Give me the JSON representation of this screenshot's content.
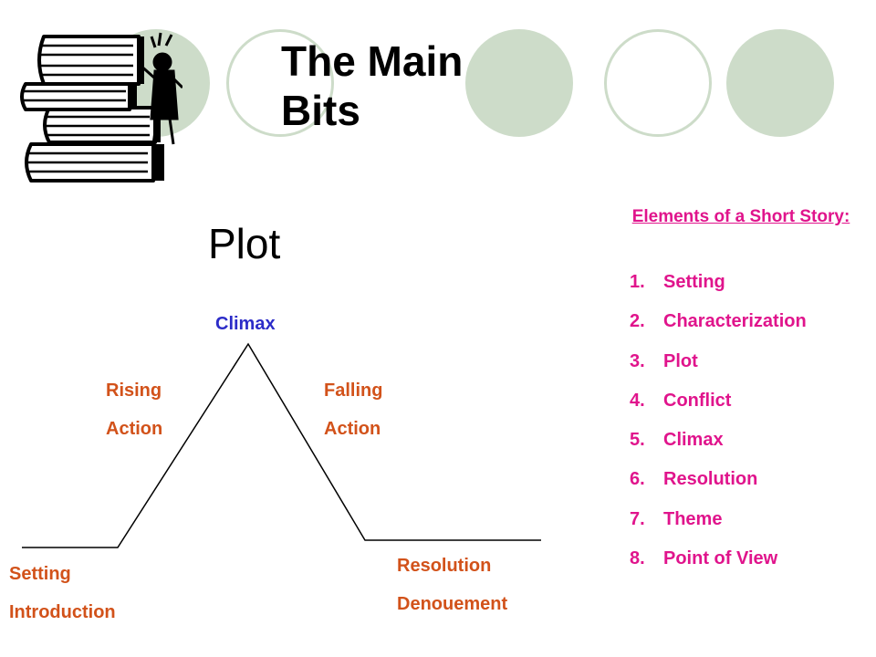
{
  "title": {
    "line1": "The Main",
    "line2": "Bits"
  },
  "plot_heading": "Plot",
  "diagram": {
    "climax": "Climax",
    "rising": {
      "line1": "Rising",
      "line2": "Action"
    },
    "falling": {
      "line1": "Falling",
      "line2": "Action"
    },
    "setting": {
      "line1": "Setting",
      "line2": "Introduction"
    },
    "resolution": {
      "line1": "Resolution",
      "line2": "Denouement"
    }
  },
  "elements": {
    "heading": "Elements of a Short Story:",
    "items": [
      {
        "num": "1.",
        "label": "Setting"
      },
      {
        "num": "2.",
        "label": "Characterization"
      },
      {
        "num": "3.",
        "label": "Plot"
      },
      {
        "num": "4.",
        "label": "Conflict"
      },
      {
        "num": "5.",
        "label": "Climax"
      },
      {
        "num": "6.",
        "label": "Resolution"
      },
      {
        "num": "7.",
        "label": "Theme"
      },
      {
        "num": "8.",
        "label": "Point of View"
      }
    ]
  },
  "colors": {
    "circle_green": "#cddcc9",
    "label_orange": "#d2521a",
    "label_blue": "#2c2cc8",
    "list_magenta": "#e0148c"
  },
  "icons": {
    "clipart": "books-stack-icon"
  }
}
